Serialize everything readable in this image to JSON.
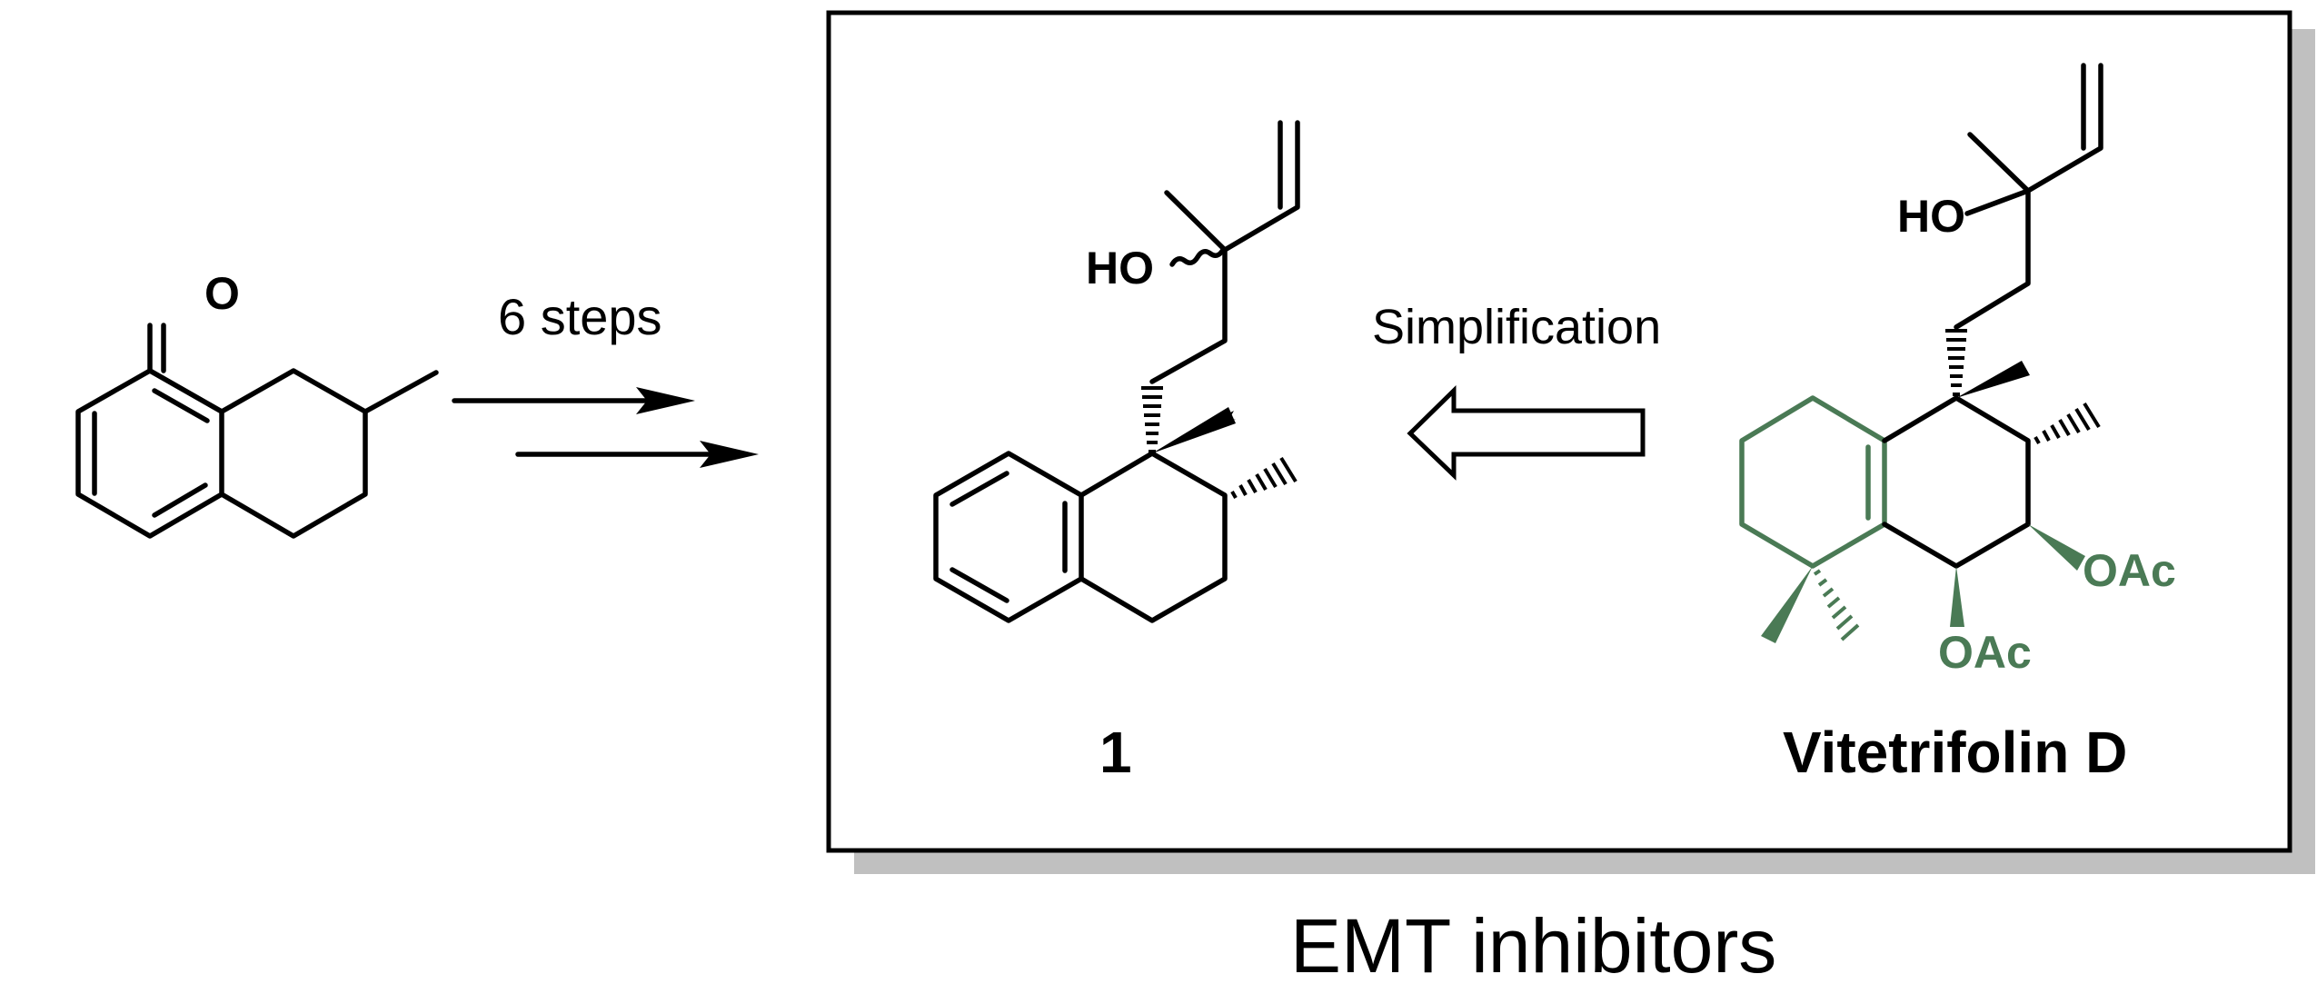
{
  "reaction": {
    "steps_label": "6 steps"
  },
  "comparison": {
    "arrow_label": "Simplification",
    "compound_1_label": "1",
    "natural_product_label": "Vitetrifolin D"
  },
  "atoms": {
    "ketone_oxygen": "O",
    "hydroxyl_1": "HO",
    "hydroxyl_natural": "HO",
    "acetate_a": "OAc",
    "acetate_b": "OAc"
  },
  "caption": "EMT inhibitors",
  "colors": {
    "highlight": "#4a7a55",
    "bonds": "#000000",
    "shadow": "#c0c0c0"
  }
}
